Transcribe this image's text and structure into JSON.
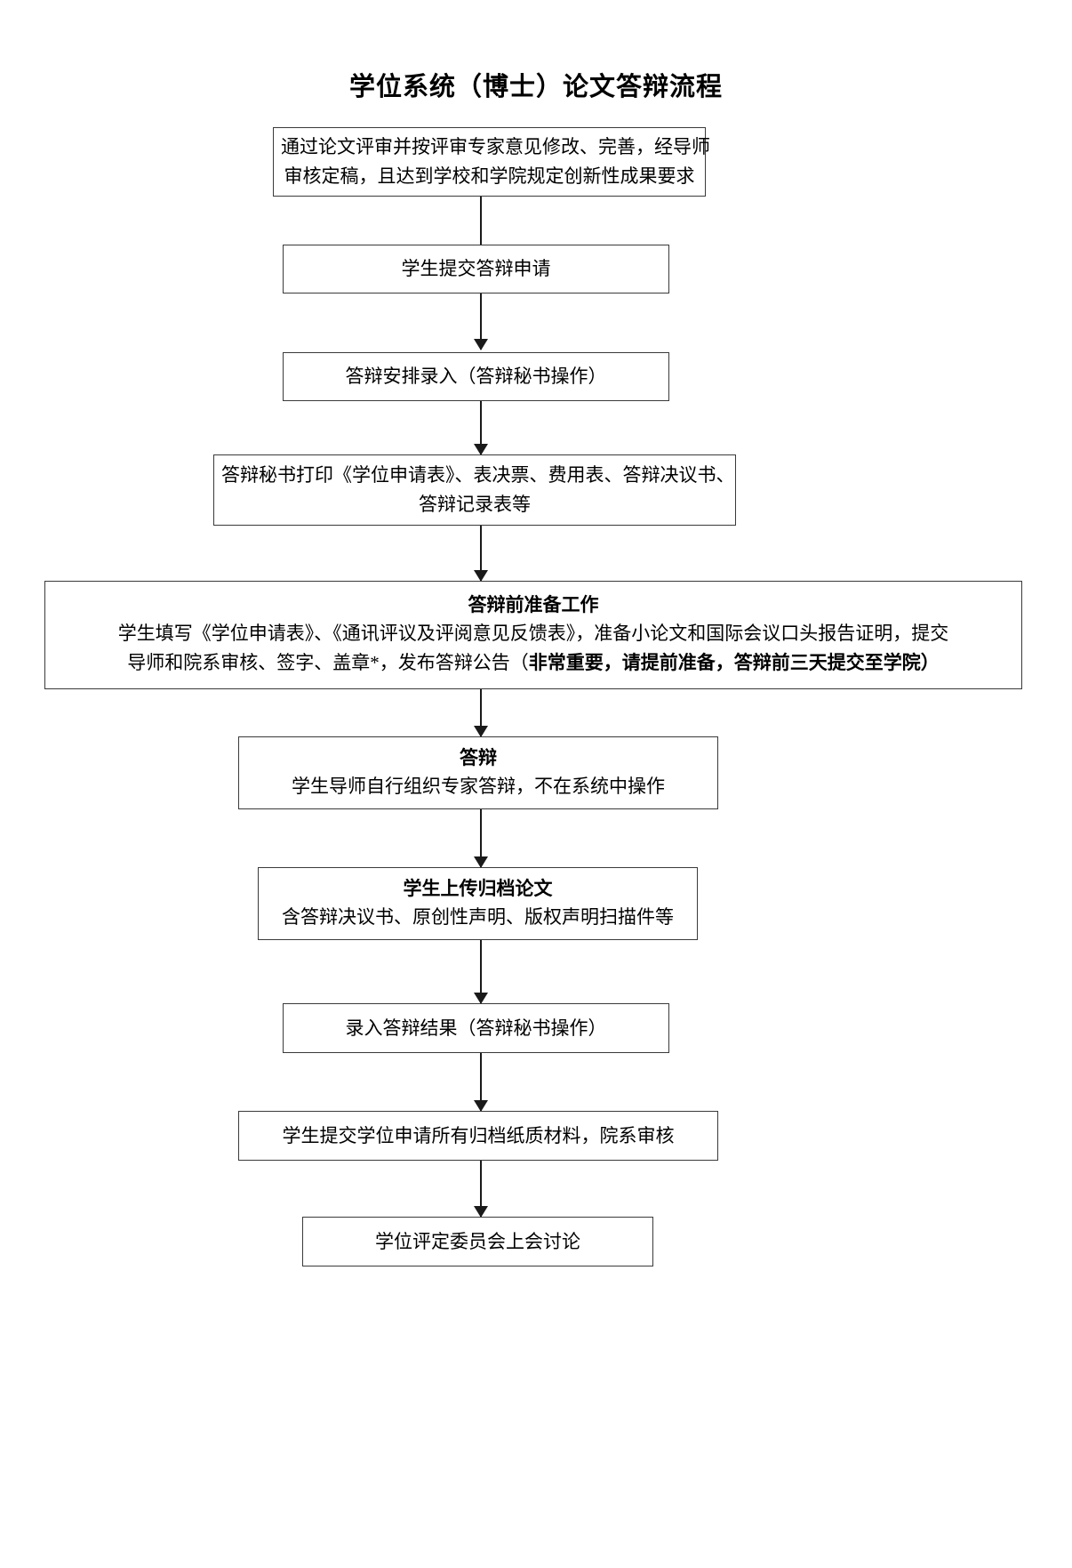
{
  "document": {
    "title": "学位系统（博士）论文答辩流程",
    "type": "flowchart",
    "orientation": "top-to-bottom"
  },
  "nodes": [
    {
      "id": "node-1",
      "name": "step-thesis-review-passed",
      "lines": [
        "通过论文评审并按评审专家意见修改、完善，经导师",
        "审核定稿，且达到学校和学院规定创新性成果要求"
      ]
    },
    {
      "id": "node-2",
      "name": "step-student-submit-defense-application",
      "lines": [
        "学生提交答辩申请"
      ]
    },
    {
      "id": "node-3",
      "name": "step-defense-arrangement-entry",
      "lines": [
        "答辩安排录入（答辩秘书操作）"
      ]
    },
    {
      "id": "node-4",
      "name": "step-secretary-print-forms",
      "lines": [
        "答辩秘书打印《学位申请表》、表决票、费用表、答辩决议书、",
        "答辩记录表等"
      ]
    },
    {
      "id": "node-5",
      "name": "step-pre-defense-preparation",
      "heading": "答辩前准备工作",
      "lines": [
        "学生填写《学位申请表》、《通讯评议及评阅意见反馈表》，准备小论文和国际会议口头报告证明，提交",
        "导师和院系审核、签字、盖章*，发布答辩公告（非常重要，请提前准备，答辩前三天提交至学院）"
      ],
      "bold_segment": "非常重要，请提前准备，答辩前三天提交至学院）",
      "plain_prefix_line2": "导师和院系审核、签字、盖章*，发布答辩公告（"
    },
    {
      "id": "node-6",
      "name": "step-defense",
      "heading": "答辩",
      "lines": [
        "学生导师自行组织专家答辩，不在系统中操作"
      ]
    },
    {
      "id": "node-7",
      "name": "step-student-upload-archive-thesis",
      "heading": "学生上传归档论文",
      "lines": [
        "含答辩决议书、原创性声明、版权声明扫描件等"
      ]
    },
    {
      "id": "node-8",
      "name": "step-enter-defense-result",
      "lines": [
        "录入答辩结果（答辩秘书操作）"
      ]
    },
    {
      "id": "node-9",
      "name": "step-submit-paper-materials-department-review",
      "lines": [
        "学生提交学位申请所有归档纸质材料，院系审核"
      ]
    },
    {
      "id": "node-10",
      "name": "step-degree-committee-discussion",
      "lines": [
        "学位评定委员会上会讨论"
      ]
    }
  ],
  "connectors": [
    {
      "name": "arrow-1-to-2",
      "from": "node-1",
      "to": "node-2"
    },
    {
      "name": "arrow-2-to-3",
      "from": "node-2",
      "to": "node-3"
    },
    {
      "name": "arrow-3-to-4",
      "from": "node-3",
      "to": "node-4"
    },
    {
      "name": "arrow-4-to-5",
      "from": "node-4",
      "to": "node-5"
    },
    {
      "name": "arrow-5-to-6",
      "from": "node-5",
      "to": "node-6"
    },
    {
      "name": "arrow-6-to-7",
      "from": "node-6",
      "to": "node-7"
    },
    {
      "name": "arrow-7-to-8",
      "from": "node-7",
      "to": "node-8"
    },
    {
      "name": "arrow-8-to-9",
      "from": "node-8",
      "to": "node-9"
    },
    {
      "name": "arrow-9-to-10",
      "from": "node-9",
      "to": "node-10"
    }
  ],
  "colors": {
    "background": "#ffffff",
    "text": "#000000",
    "border": "#3a3a3a",
    "arrow": "#1a1a1a"
  }
}
